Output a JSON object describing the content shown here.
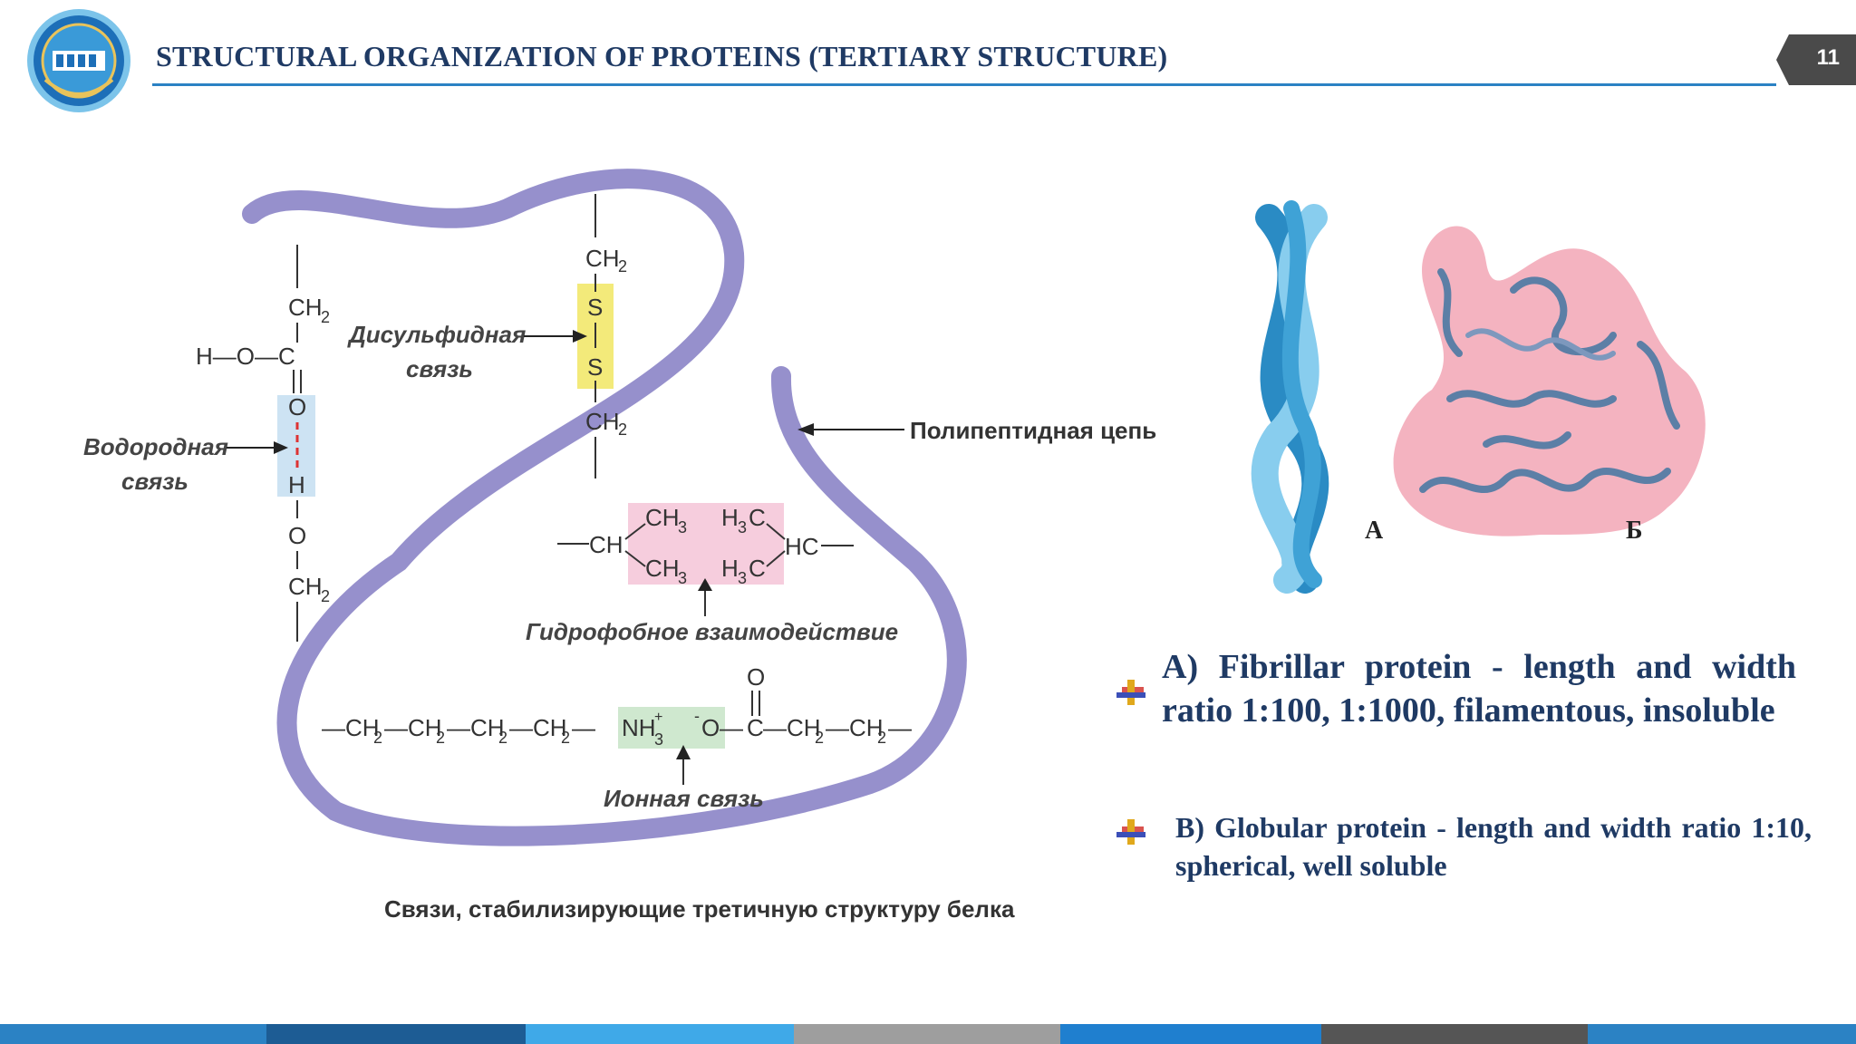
{
  "header": {
    "title": "STRUCTURAL ORGANIZATION OF PROTEINS (TERTIARY STRUCTURE)",
    "page_number": "11"
  },
  "diagram": {
    "labels": {
      "disulfide": "Дисульфидная",
      "disulfide_2": "связь",
      "hydrogen": "Водородная",
      "hydrogen_2": "связь",
      "polypeptide": "Полипептидная цепь",
      "hydrophobic": "Гидрофобное взаимодействие",
      "ionic": "Ионная связь",
      "caption": "Связи, стабилизирующие третичную структуру белка"
    },
    "chem": {
      "ch2": "CH",
      "sub2": "2",
      "sub3": "3",
      "s": "S",
      "o": "O",
      "h": "H",
      "c": "C",
      "ho_c": "H—O—C",
      "ch": "CH",
      "hc": "HC",
      "ch3": "CH",
      "h3c": "H",
      "h3c_c": "C",
      "nh3": "NH",
      "plus": "+",
      "minus": "-"
    }
  },
  "images": {
    "label_a": "А",
    "label_b": "Б"
  },
  "points": {
    "a": "A) Fibrillar protein - length and width ratio 1:100, 1:1000, filamentous, insoluble",
    "b": "B) Globular protein - length and width ratio 1:10, spherical, well soluble"
  },
  "colors": {
    "primary_blue": "#1f3a64",
    "accent_blue": "#2b82c4",
    "chain_purple": "#9690cc",
    "disulfide_yellow": "#f3ea7a",
    "hydrogen_blue": "#cde3f3",
    "hydrophobic_pink": "#f6cddd",
    "ionic_green": "#cfe8cf"
  },
  "icons": [
    "emblem-logo",
    "page-tab",
    "bullet-icon"
  ]
}
